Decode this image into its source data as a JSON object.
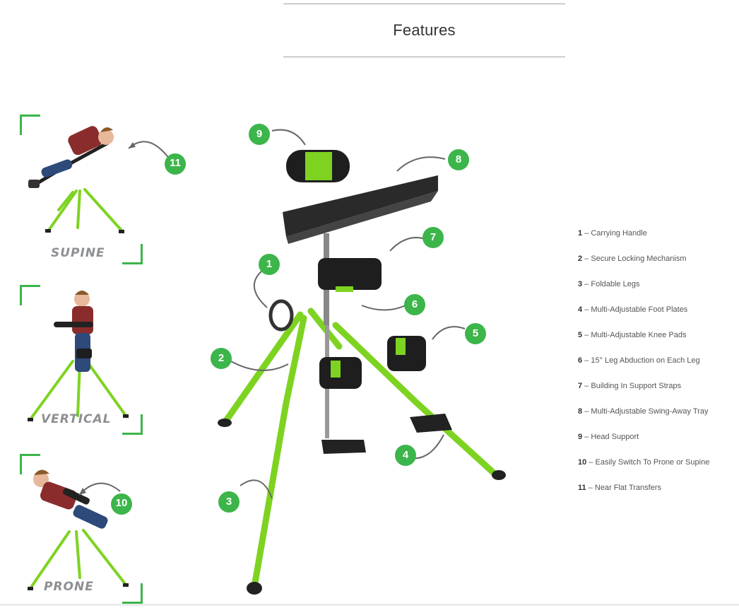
{
  "page": {
    "title": "Features"
  },
  "poses": [
    {
      "label": "SUPINE",
      "badge": "11"
    },
    {
      "label": "VERTICAL",
      "badge": ""
    },
    {
      "label": "PRONE",
      "badge": "10"
    }
  ],
  "callouts": [
    "9",
    "8",
    "7",
    "1",
    "6",
    "5",
    "2",
    "4",
    "3"
  ],
  "features": [
    {
      "num": "1",
      "text": "Carrying Handle"
    },
    {
      "num": "2",
      "text": "Secure Locking Mechanism"
    },
    {
      "num": "3",
      "text": "Foldable Legs"
    },
    {
      "num": "4",
      "text": "Multi-Adjustable Foot Plates"
    },
    {
      "num": "5",
      "text": "Multi-Adjustable Knee Pads"
    },
    {
      "num": "6",
      "text": "15° Leg Abduction on Each Leg"
    },
    {
      "num": "7",
      "text": "Building In Support Straps"
    },
    {
      "num": "8",
      "text": "Multi-Adjustable Swing-Away Tray"
    },
    {
      "num": "9",
      "text": "Head Support"
    },
    {
      "num": "10",
      "text": "Easily Switch To Prone or Supine"
    },
    {
      "num": "11",
      "text": "Near Flat Transfers"
    }
  ],
  "colors": {
    "accent": "#3cb54a",
    "frame": "#7ed321",
    "pad": "#1e1e1e",
    "label": "#8d8f92"
  }
}
